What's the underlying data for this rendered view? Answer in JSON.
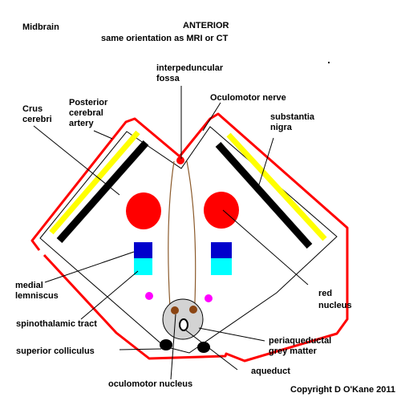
{
  "title": "Midbrain",
  "orientation": {
    "heading": "ANTERIOR",
    "subheading": "same orientation as MRI or CT"
  },
  "labels": {
    "interpeduncular_fossa": [
      "interpeduncular",
      "fossa"
    ],
    "oculomotor_nerve": "Oculomotor nerve",
    "crus_cerebri": [
      "Crus",
      "cerebri"
    ],
    "posterior_cerebral_artery": [
      "Posterior",
      "cerebral",
      "artery"
    ],
    "substantia_nigra": [
      "substantia",
      "nigra"
    ],
    "medial_lemniscus": [
      "medial",
      "lemniscus"
    ],
    "red_nucleus": [
      "red",
      "nucleus"
    ],
    "spinothalamic_tract": "spinothalamic tract",
    "periaqueductal_grey_matter": [
      "periaqueductal",
      "grey matter"
    ],
    "superior_colliculus": "superior colliculus",
    "aqueduct": "aqueduct",
    "oculomotor_nucleus": "oculomotor nucleus"
  },
  "copyright": "Copyright D O'Kane 2011",
  "colors": {
    "artery_outline": "#ff0000",
    "nerve_line": "#8b5a2b",
    "crus_yellow": "#ffff00",
    "substantia_nigra_black": "#000000",
    "red_nucleus": "#ff0000",
    "medial_lemniscus_blue": "#0000cc",
    "spinothalamic_cyan": "#00ffff",
    "magenta_dot": "#ff00ff",
    "grey_matter": "#d3d3d3",
    "oculomotor_nucleus_brown": "#8b4513"
  }
}
